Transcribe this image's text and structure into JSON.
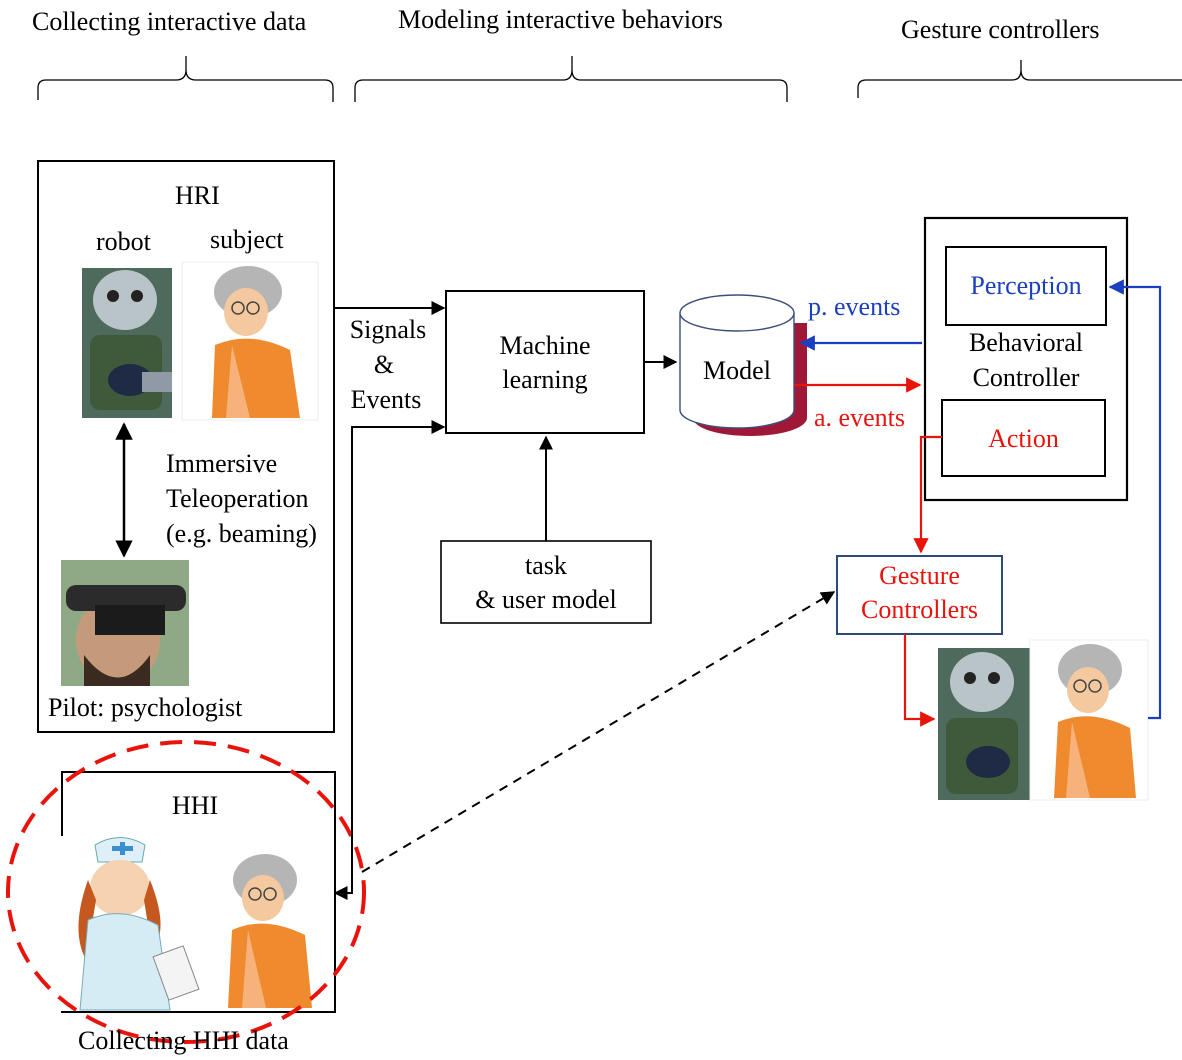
{
  "header": {
    "col1": "Collecting interactive data",
    "col2": "Modeling interactive behaviors",
    "col3": "Gesture controllers"
  },
  "hri": {
    "title": "HRI",
    "robot_label": "robot",
    "subject_label": "subject",
    "teleop_line1": "Immersive",
    "teleop_line2": "Teleoperation",
    "teleop_line3": "(e.g. beaming)",
    "pilot_label": "Pilot: psychologist"
  },
  "signals": {
    "line1": "Signals",
    "line2": "&",
    "line3": "Events"
  },
  "ml": {
    "line1": "Machine",
    "line2": "learning"
  },
  "task": {
    "line1": "task",
    "line2": "& user model"
  },
  "model": {
    "label": "Model"
  },
  "events": {
    "p_events": "p. events",
    "a_events": "a. events"
  },
  "controller": {
    "perception": "Perception",
    "behavioral_line1": "Behavioral",
    "behavioral_line2": "Controller",
    "action": "Action"
  },
  "gesture": {
    "line1": "Gesture",
    "line2": "Controllers"
  },
  "hhi": {
    "title": "HHI",
    "caption": "Collecting HHI data"
  },
  "colors": {
    "red": "#e8140c",
    "blue": "#1a3fc0",
    "model_shadow": "#a01838",
    "gesture_border": "#2a4a7a"
  }
}
